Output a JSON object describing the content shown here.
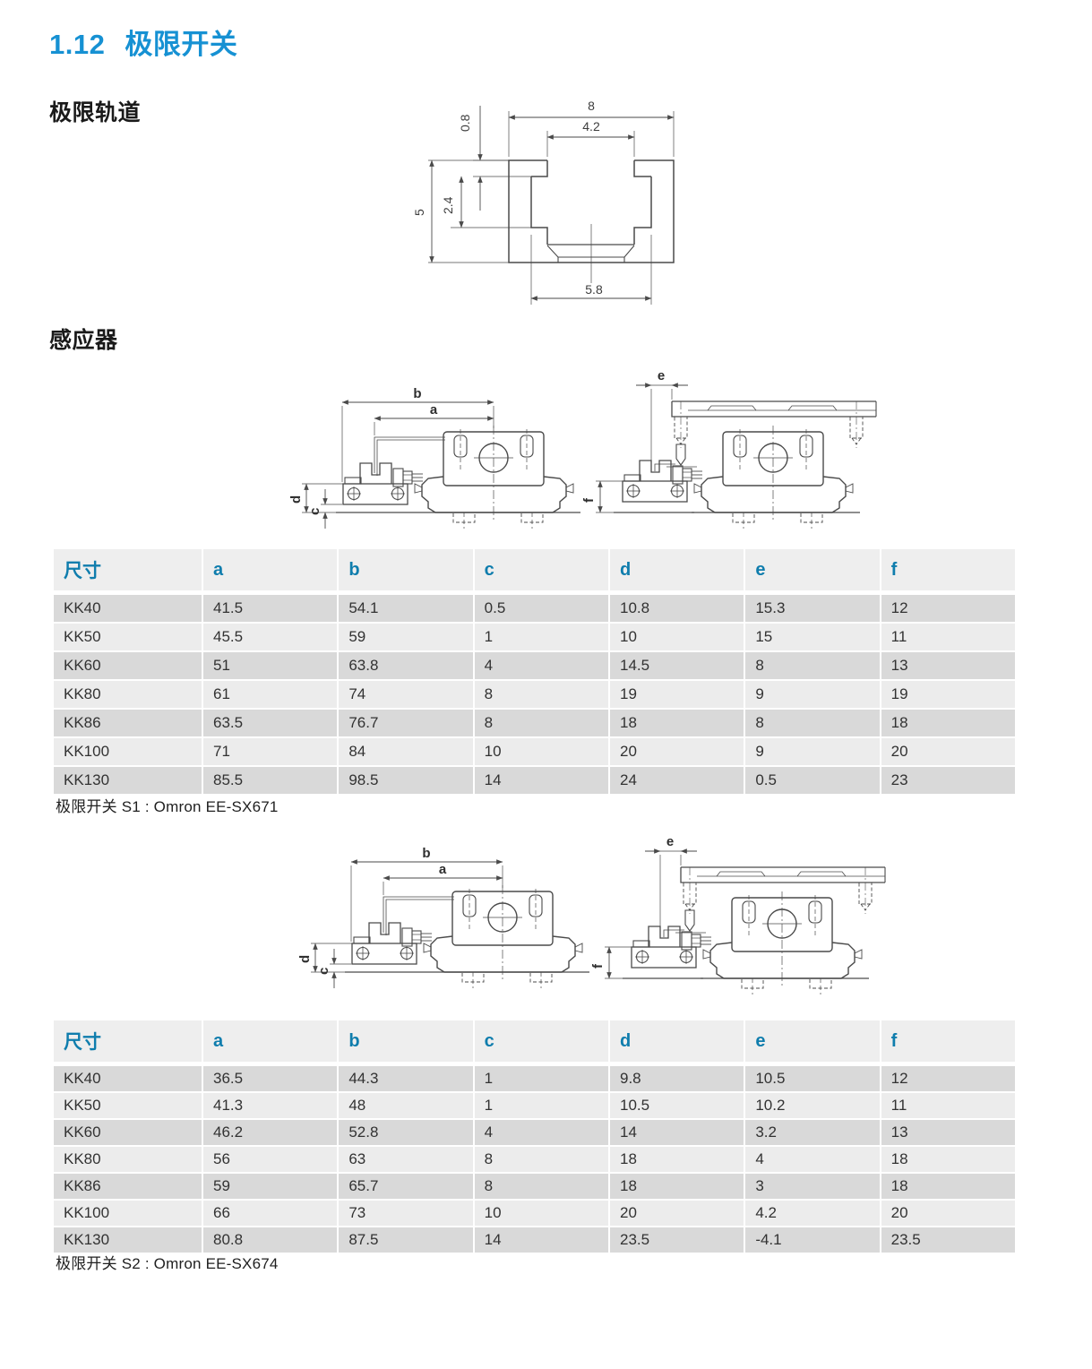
{
  "page": {
    "section_number": "1.12",
    "title": "极限开关"
  },
  "rail_section": {
    "heading": "极限轨道",
    "dims": {
      "overall_width": "8",
      "opening_width": "4.2",
      "lip_height": "0.8",
      "overall_height": "5",
      "inner_depth": "2.4",
      "bottom_width": "5.8"
    }
  },
  "sensor_section": {
    "heading": "感应器"
  },
  "dim_labels": {
    "a": "a",
    "b": "b",
    "c": "c",
    "d": "d",
    "e": "e",
    "f": "f"
  },
  "sensor_table_1": {
    "headers": [
      "尺寸",
      "a",
      "b",
      "c",
      "d",
      "e",
      "f"
    ],
    "rows": [
      [
        "KK40",
        "41.5",
        "54.1",
        "0.5",
        "10.8",
        "15.3",
        "12"
      ],
      [
        "KK50",
        "45.5",
        "59",
        "1",
        "10",
        "15",
        "11"
      ],
      [
        "KK60",
        "51",
        "63.8",
        "4",
        "14.5",
        "8",
        "13"
      ],
      [
        "KK80",
        "61",
        "74",
        "8",
        "19",
        "9",
        "19"
      ],
      [
        "KK86",
        "63.5",
        "76.7",
        "8",
        "18",
        "8",
        "18"
      ],
      [
        "KK100",
        "71",
        "84",
        "10",
        "20",
        "9",
        "20"
      ],
      [
        "KK130",
        "85.5",
        "98.5",
        "14",
        "24",
        "0.5",
        "23"
      ]
    ],
    "caption": "极限开关 S1 : Omron EE-SX671"
  },
  "sensor_table_2": {
    "headers": [
      "尺寸",
      "a",
      "b",
      "c",
      "d",
      "e",
      "f"
    ],
    "rows": [
      [
        "KK40",
        "36.5",
        "44.3",
        "1",
        "9.8",
        "10.5",
        "12"
      ],
      [
        "KK50",
        "41.3",
        "48",
        "1",
        "10.5",
        "10.2",
        "11"
      ],
      [
        "KK60",
        "46.2",
        "52.8",
        "4",
        "14",
        "3.2",
        "13"
      ],
      [
        "KK80",
        "56",
        "63",
        "8",
        "18",
        "4",
        "18"
      ],
      [
        "KK86",
        "59",
        "65.7",
        "8",
        "18",
        "3",
        "18"
      ],
      [
        "KK100",
        "66",
        "73",
        "10",
        "20",
        "4.2",
        "20"
      ],
      [
        "KK130",
        "80.8",
        "87.5",
        "14",
        "23.5",
        "-4.1",
        "23.5"
      ]
    ],
    "caption": "极限开关 S2 : Omron EE-SX674"
  },
  "colors": {
    "title_blue": "#1691d3",
    "table_header_blue": "#0f7dad",
    "row_dark": "#d9d9d9",
    "row_light": "#ececec",
    "header_bg": "#eeeeee",
    "line_color": "#4a4a4a"
  }
}
